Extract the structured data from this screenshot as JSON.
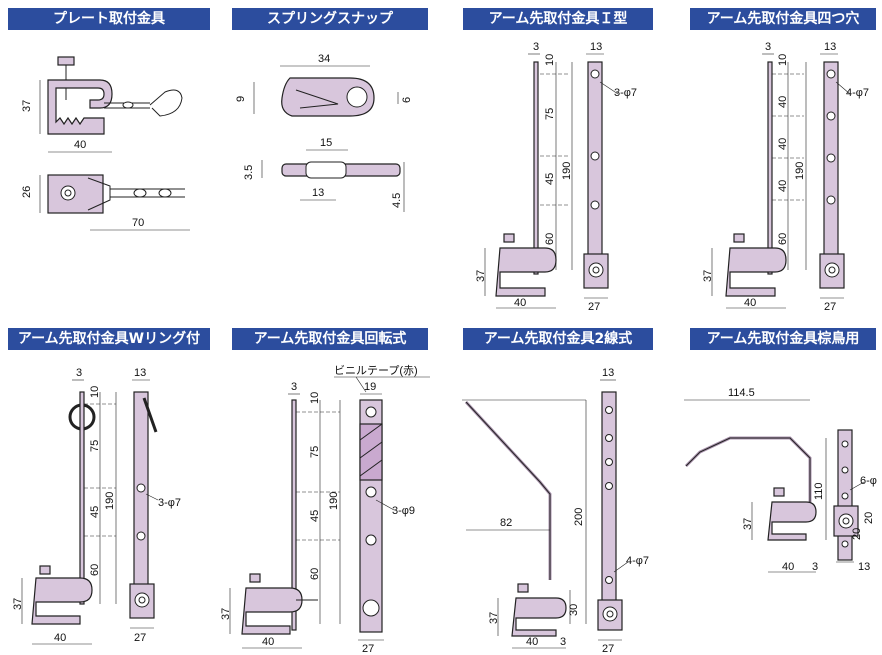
{
  "headers": [
    "プレート取付金具",
    "スプリングスナップ",
    "アーム先取付金具Ｉ型",
    "アーム先取付金具四つ穴",
    "アーム先取付金具Wリング付",
    "アーム先取付金具回転式",
    "アーム先取付金具2線式",
    "アーム先取付金具棕鳥用"
  ],
  "plate": {
    "h": "37",
    "w": "40",
    "h2": "26",
    "len": "70"
  },
  "snap": {
    "len": "34",
    "h": "9",
    "d": "6",
    "w15": "15",
    "t": "3.5",
    "w13": "13",
    "t2": "4.5"
  },
  "armI": {
    "t": "3",
    "w13": "13",
    "s10": "10",
    "s75": "75",
    "s45": "45",
    "s60": "60",
    "total": "190",
    "h37": "37",
    "w40": "40",
    "w27": "27",
    "hole": "3-φ7"
  },
  "arm4": {
    "t": "3",
    "w13": "13",
    "s10": "10",
    "s40a": "40",
    "s40b": "40",
    "s40c": "40",
    "s60": "60",
    "total": "190",
    "h37": "37",
    "w40": "40",
    "w27": "27",
    "hole": "4-φ7"
  },
  "armW": {
    "t": "3",
    "w13": "13",
    "s10": "10",
    "s75": "75",
    "s45": "45",
    "s60": "60",
    "total": "190",
    "h37": "37",
    "w40": "40",
    "w27": "27",
    "hole": "3-φ7"
  },
  "armR": {
    "vinyl": "ビニルテープ(赤)",
    "t": "3",
    "w19": "19",
    "s10": "10",
    "s75": "75",
    "s45": "45",
    "s60": "60",
    "total": "190",
    "h37": "37",
    "w40": "40",
    "w27": "27",
    "hole": "3-φ9"
  },
  "arm2": {
    "w13": "13",
    "s82": "82",
    "s200": "200",
    "s30": "30",
    "h37": "37",
    "w40": "40",
    "t": "3",
    "w27": "27",
    "hole": "4-φ7"
  },
  "armB": {
    "w114": "114.5",
    "s110": "110",
    "h37": "37",
    "s20a": "20",
    "s20b": "20",
    "w40": "40",
    "t": "3",
    "w13": "13",
    "hole": "6-φ"
  }
}
